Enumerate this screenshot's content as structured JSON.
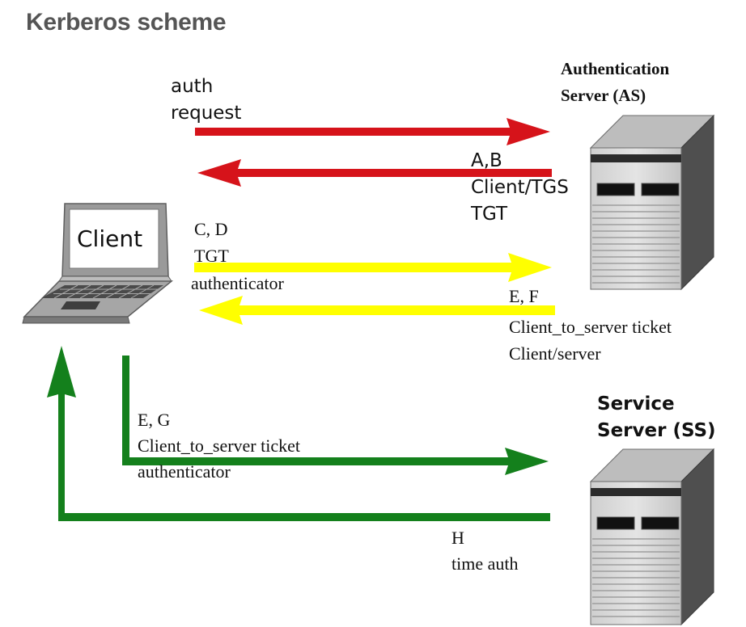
{
  "title": "Kerberos scheme",
  "client": {
    "label": "Client"
  },
  "auth_server": {
    "line1": "Authentication",
    "line2": "Server (AS)"
  },
  "service_server": {
    "line1": "Service",
    "line2": "Server (SS)"
  },
  "messages": {
    "auth_request": {
      "line1": "auth",
      "line2": "request"
    },
    "ab": {
      "line1": "A,B",
      "line2": "Client/TGS",
      "line3": "TGT"
    },
    "cd": {
      "line1": "C, D",
      "line2": "TGT",
      "line3": "authenticator"
    },
    "ef": {
      "line1": "E, F",
      "line2": "Client_to_server ticket",
      "line3": "Client/server"
    },
    "eg": {
      "line1": "E, G",
      "line2": "Client_to_server ticket",
      "line3": "authenticator"
    },
    "h": {
      "line1": "H",
      "line2": "time auth"
    }
  },
  "colors": {
    "red": "#d6131a",
    "yellow": "#ffff00",
    "green": "#14801c"
  }
}
